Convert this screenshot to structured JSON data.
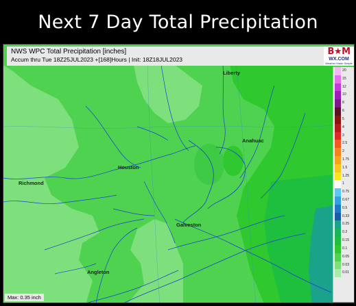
{
  "banner": {
    "title": "Next 7 Day Total Precipitation"
  },
  "map": {
    "header_line1": "NWS WPC Total Precipitation [inches]",
    "header_line2": "Accum thru Tue 18Z25JUL2023 +[168]Hours | Init: 18Z18JUL2023",
    "max_label": "Max: 0.35 inch",
    "cities": {
      "liberty": "Liberty",
      "anahuac": "Anahuac",
      "houston": "Houston",
      "richmond": "Richmond",
      "galveston": "Galveston",
      "angleton": "Angleton"
    },
    "logo": {
      "line1": "B★M",
      "line2": "WX.COM",
      "line3": "Weather Made Simple"
    },
    "colors": {
      "light_green": "#7ee07c",
      "medium_green": "#4fd24f",
      "bright_green": "#2fc92f",
      "dark_green": "#1ebe3e",
      "teal": "#1aa38a",
      "water_lines": "#1a3fd6"
    }
  },
  "legend": {
    "items": [
      {
        "label": "20",
        "color": "#f3b7f3"
      },
      {
        "label": "15",
        "color": "#e070e8"
      },
      {
        "label": "12",
        "color": "#c23ad8"
      },
      {
        "label": "10",
        "color": "#9b1fb4"
      },
      {
        "label": "8",
        "color": "#7a1a86"
      },
      {
        "label": "6",
        "color": "#5a1220"
      },
      {
        "label": "5",
        "color": "#8a1414"
      },
      {
        "label": "4",
        "color": "#b51b1b"
      },
      {
        "label": "3",
        "color": "#e02828"
      },
      {
        "label": "2.5",
        "color": "#f05a20"
      },
      {
        "label": "2",
        "color": "#f58220"
      },
      {
        "label": "1.75",
        "color": "#f7a21e"
      },
      {
        "label": "1.5",
        "color": "#f8c41e"
      },
      {
        "label": "1.25",
        "color": "#f9e51e"
      },
      {
        "label": "1",
        "color": "#fafafa"
      },
      {
        "label": "0.75",
        "color": "#5ac8f0"
      },
      {
        "label": "0.67",
        "color": "#35a0e0"
      },
      {
        "label": "0.5",
        "color": "#2078c8"
      },
      {
        "label": "0.33",
        "color": "#1a5aa8"
      },
      {
        "label": "0.25",
        "color": "#1aa38a"
      },
      {
        "label": "0.2",
        "color": "#17b45a"
      },
      {
        "label": "0.15",
        "color": "#1ebe3e"
      },
      {
        "label": "0.1",
        "color": "#2fc92f"
      },
      {
        "label": "0.05",
        "color": "#4fd24f"
      },
      {
        "label": "0.03",
        "color": "#7ee07c"
      },
      {
        "label": "0.01",
        "color": "#a8ecac"
      }
    ]
  }
}
